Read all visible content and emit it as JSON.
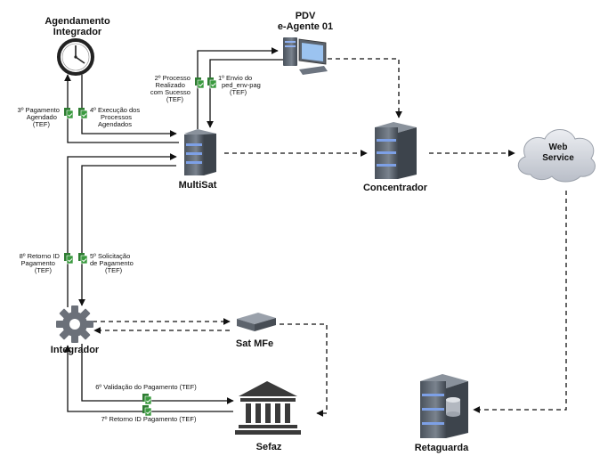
{
  "nodes": {
    "agendamento": {
      "label_line1": "Agendamento",
      "label_line2": "Integrador",
      "icon": "clock-icon"
    },
    "pdv": {
      "label_line1": "PDV",
      "label_line2": "e-Agente 01",
      "icon": "desktop-computer-icon"
    },
    "multisat": {
      "label": "MultiSat",
      "icon": "server-icon"
    },
    "concentrador": {
      "label": "Concentrador",
      "icon": "server-icon"
    },
    "webservice": {
      "label_line1": "Web",
      "label_line2": "Service",
      "icon": "cloud-icon"
    },
    "integrador": {
      "label": "Integrador",
      "icon": "gear-icon"
    },
    "satmfe": {
      "label": "Sat MFe",
      "icon": "device-icon"
    },
    "sefaz": {
      "label": "Sefaz",
      "icon": "government-building-icon"
    },
    "retaguarda": {
      "label": "Retaguarda",
      "icon": "database-server-icon"
    }
  },
  "steps": {
    "step1": {
      "lines": [
        "1º Envio do",
        "ped_env-pag",
        "(TEF)"
      ]
    },
    "step2": {
      "lines": [
        "2º Processo",
        "Realizado",
        "com Sucesso",
        "(TEF)"
      ]
    },
    "step3": {
      "lines": [
        "3º Pagamento",
        "Agendado",
        "(TEF)"
      ]
    },
    "step4": {
      "lines": [
        "4º Execução dos",
        "Processos",
        "Agendados"
      ]
    },
    "step5": {
      "lines": [
        "5º Solicitação",
        "de Pagamento",
        "(TEF)"
      ]
    },
    "step6": {
      "lines": [
        "6º Validação do Pagamento (TEF)"
      ]
    },
    "step7": {
      "lines": [
        "7º Retorno ID Pagamento (TEF)"
      ]
    },
    "step8": {
      "lines": [
        "8º Retorno ID",
        "Pagamento",
        "(TEF)"
      ]
    }
  },
  "colors": {
    "line": "#111111",
    "doc_icon": "#2e7d32",
    "server_body": "#5b6470",
    "server_stripe": "#6f8fd8",
    "cloud": "#d7dbe2"
  }
}
